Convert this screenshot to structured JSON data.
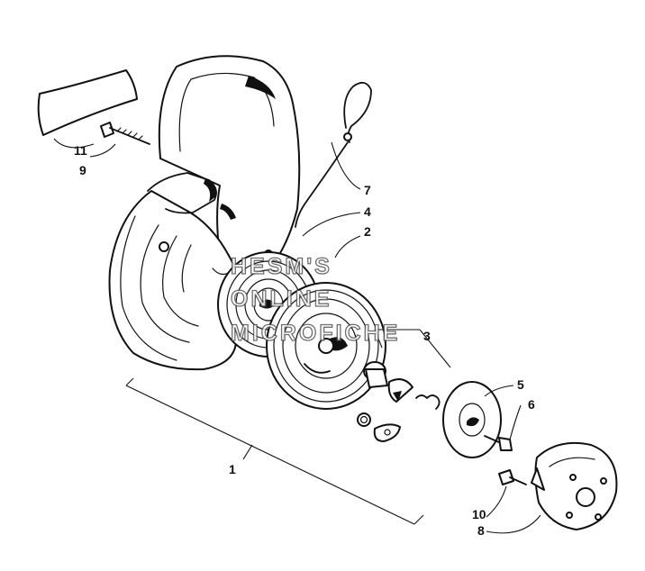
{
  "diagram": {
    "callouts": {
      "c1": "1",
      "c2": "2",
      "c3": "3",
      "c4": "4",
      "c5": "5",
      "c6": "6",
      "c7": "7",
      "c8": "8",
      "c9": "9",
      "c10": "10",
      "c11": "11"
    },
    "watermark": {
      "line1": "HESM'S",
      "line2": "ONLINE",
      "line3": "MICROFICHE"
    }
  }
}
